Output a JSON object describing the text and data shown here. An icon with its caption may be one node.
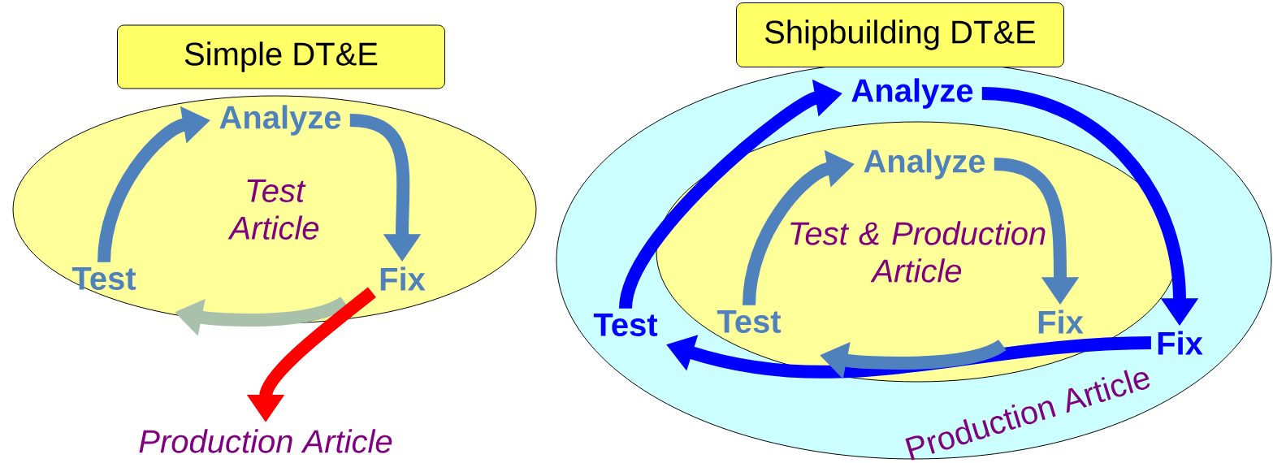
{
  "diagram": {
    "nodes": [
      {
        "text": [
          "Simple DT&E"
        ]
      },
      {
        "text": [
          "Test Article"
        ]
      },
      {
        "text": [
          "Analyze"
        ],
        "in": 1
      },
      {
        "text": [
          "Fix"
        ],
        "in": 1
      },
      {
        "text": [
          "Test"
        ],
        "in": 1
      },
      {
        "text": [
          "Production Article"
        ]
      },
      {
        "text": [
          "Shipbuilding DT&E"
        ]
      },
      {
        "text": [
          "Production Article"
        ]
      },
      {
        "text": [
          "Test & Production Article"
        ],
        "in": 7
      },
      {
        "text": [
          "Analyze"
        ],
        "in": 7
      },
      {
        "text": [
          "Fix"
        ],
        "in": 7
      },
      {
        "text": [
          "Test"
        ],
        "in": 7
      },
      {
        "text": [
          "Analyze"
        ],
        "in": 8
      },
      {
        "text": [
          "Fix"
        ],
        "in": 8
      },
      {
        "text": [
          "Test"
        ],
        "in": 8
      }
    ],
    "edges": [
      {
        "from": 4,
        "to": 2,
        "arrow": "to"
      },
      {
        "from": 2,
        "to": 3,
        "arrow": "to"
      },
      {
        "from": 3,
        "to": 4,
        "arrow": "to",
        "color": "#a9c0aa"
      },
      {
        "from": 3,
        "to": 5,
        "arrow": "to",
        "color": "#ff0000"
      },
      {
        "from": 11,
        "to": 9,
        "arrow": "to",
        "color": "#0000ff"
      },
      {
        "from": 9,
        "to": 10,
        "arrow": "to",
        "color": "#0000ff"
      },
      {
        "from": 10,
        "to": 11,
        "arrow": "to",
        "color": "#0000ff"
      },
      {
        "from": 14,
        "to": 12,
        "arrow": "to"
      },
      {
        "from": 12,
        "to": 13,
        "arrow": "to"
      },
      {
        "from": 13,
        "to": 14,
        "arrow": "to"
      }
    ]
  }
}
